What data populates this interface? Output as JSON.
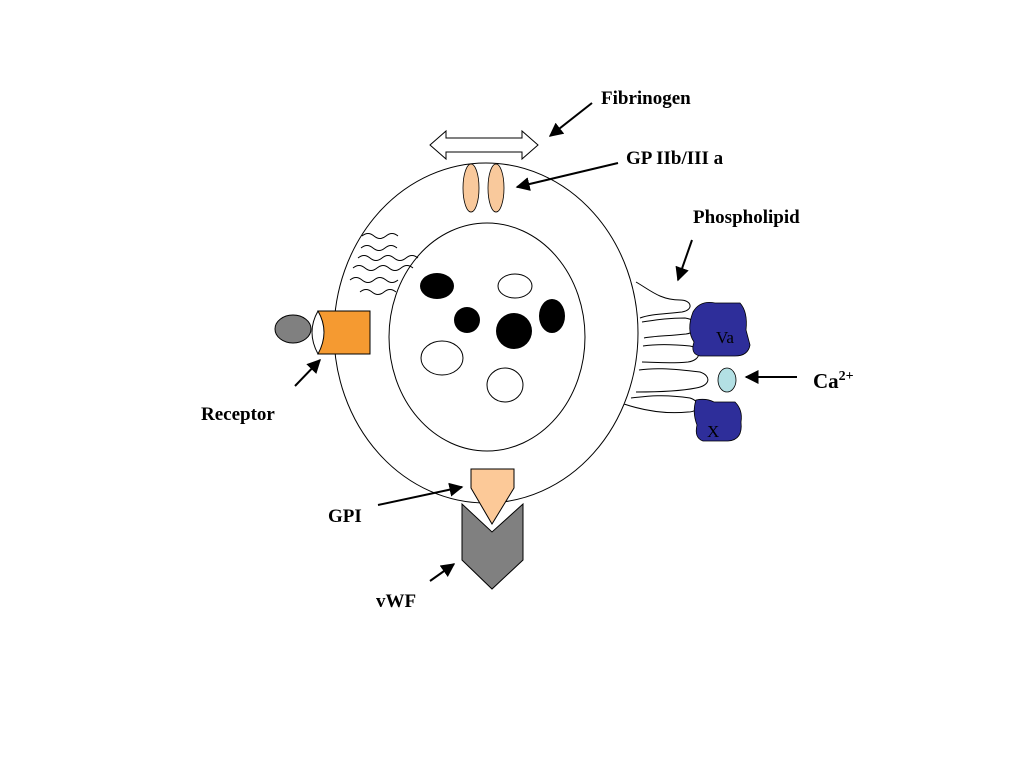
{
  "labels": {
    "fibrinogen": "Fibrinogen",
    "gp_iib_iiia": "GP IIb/III a",
    "phospholipid": "Phospholipid",
    "receptor": "Receptor",
    "calcium_base": "Ca",
    "calcium_sup": "2+",
    "gpi": "GPI",
    "vwf": "vWF",
    "factor_va": "Va",
    "factor_x": "X"
  },
  "colors": {
    "gp_peach": "#f9c99c",
    "gpi_peach": "#fcc998",
    "receptor_orange": "#f59a31",
    "ligand_gray": "#808080",
    "factor_blue": "#2e2e9a",
    "calcium_ion": "#b3e0e4",
    "granule_dark": "#000000",
    "outline": "#000000"
  },
  "icons": {
    "fibrinogen_binding": "double-headed-arrow-icon"
  }
}
